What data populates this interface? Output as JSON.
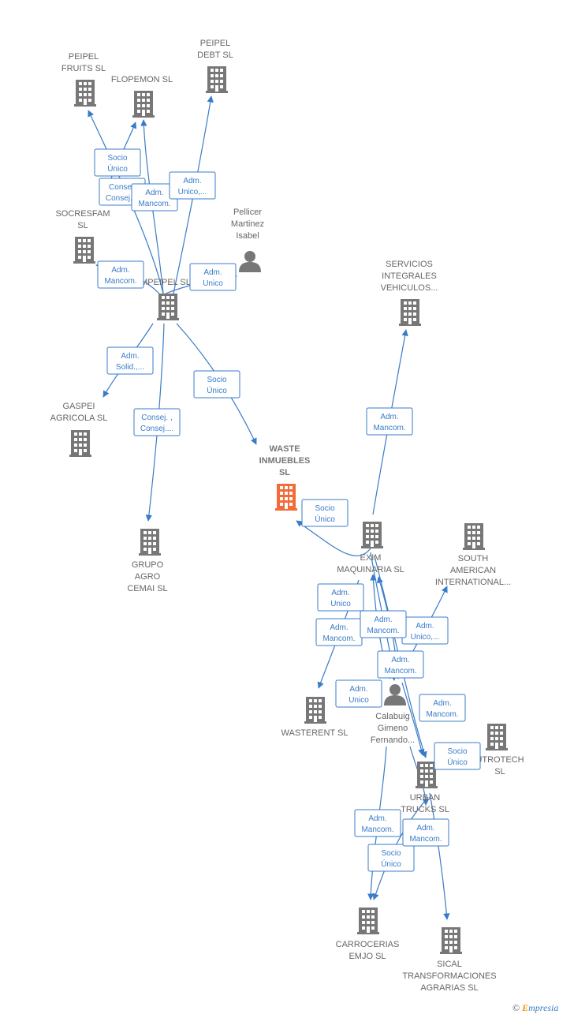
{
  "colors": {
    "edge": "#3a7bc8",
    "company_icon": "#777777",
    "main_company_icon": "#f26b38",
    "person_icon": "#777777",
    "label_text": "#666666",
    "edge_label_border": "#3a7bc8",
    "edge_label_bg": "#ffffff"
  },
  "nodes": [
    {
      "id": "peipel-fruits",
      "type": "company",
      "label_lines": [
        "PEIPEL",
        "FRUITS  SL"
      ]
    },
    {
      "id": "flopemon",
      "type": "company",
      "label_lines": [
        "FLOPEMON  SL"
      ]
    },
    {
      "id": "peipel-debt",
      "type": "company",
      "label_lines": [
        "PEIPEL",
        "DEBT  SL"
      ]
    },
    {
      "id": "socresfam",
      "type": "company",
      "label_lines": [
        "SOCRESFAM",
        "SL"
      ]
    },
    {
      "id": "pellicer",
      "type": "person",
      "label_lines": [
        "Pellicer",
        "Martinez",
        "Isabel"
      ]
    },
    {
      "id": "mpeipel",
      "type": "company",
      "label_lines": [
        "MPEIPEL SL"
      ]
    },
    {
      "id": "servicios",
      "type": "company",
      "label_lines": [
        "SERVICIOS",
        "INTEGRALES",
        "VEHICULOS..."
      ]
    },
    {
      "id": "gaspei",
      "type": "company",
      "label_lines": [
        "GASPEI",
        "AGRICOLA  SL"
      ]
    },
    {
      "id": "waste",
      "type": "main",
      "label_lines": [
        "WASTE",
        "INMUEBLES",
        "SL"
      ]
    },
    {
      "id": "grupo",
      "type": "company",
      "label_lines": [
        "GRUPO",
        "AGRO",
        "CEMAI  SL"
      ]
    },
    {
      "id": "exim",
      "type": "company",
      "label_lines": [
        "EXIM",
        "MAQUINARIA SL"
      ]
    },
    {
      "id": "south",
      "type": "company",
      "label_lines": [
        "SOUTH",
        "AMERICAN",
        "INTERNATIONAL..."
      ]
    },
    {
      "id": "wasterent",
      "type": "company",
      "label_lines": [
        "WASTERENT SL"
      ]
    },
    {
      "id": "calabuig",
      "type": "person",
      "label_lines": [
        "Calabuig",
        "Gimeno",
        "Fernando..."
      ]
    },
    {
      "id": "utrotech",
      "type": "company",
      "label_lines": [
        "UTROTECH",
        "SL"
      ]
    },
    {
      "id": "urban",
      "type": "company",
      "label_lines": [
        "URBAN",
        "TRUCKS  SL"
      ]
    },
    {
      "id": "carrocerias",
      "type": "company",
      "label_lines": [
        "CARROCERIAS",
        "EMJO SL"
      ]
    },
    {
      "id": "sical",
      "type": "company",
      "label_lines": [
        "SICAL",
        "TRANSFORMACIONES",
        "AGRARIAS  SL"
      ]
    }
  ],
  "edge_labels": [
    {
      "lines": [
        "Socio",
        "Único"
      ]
    },
    {
      "lines": [
        "Consej.",
        "Consej...."
      ]
    },
    {
      "lines": [
        "Adm.",
        "Mancom."
      ]
    },
    {
      "lines": [
        "Adm.",
        "Unico,..."
      ]
    },
    {
      "lines": [
        "Adm.",
        "Mancom."
      ]
    },
    {
      "lines": [
        "Adm.",
        "Unico"
      ]
    },
    {
      "lines": [
        "Adm.",
        "Solid.,..."
      ]
    },
    {
      "lines": [
        "Socio",
        "Único"
      ]
    },
    {
      "lines": [
        "Consej. ,",
        "Consej...."
      ]
    },
    {
      "lines": [
        "Adm.",
        "Mancom."
      ]
    },
    {
      "lines": [
        "Socio",
        "Único"
      ]
    },
    {
      "lines": [
        "Adm.",
        "Unico"
      ]
    },
    {
      "lines": [
        "Adm.",
        "Mancom."
      ]
    },
    {
      "lines": [
        "Adm.",
        "Unico,..."
      ]
    },
    {
      "lines": [
        "Adm.",
        "Mancom."
      ]
    },
    {
      "lines": [
        "Adm.",
        "Mancom."
      ]
    },
    {
      "lines": [
        "Adm.",
        "Unico"
      ]
    },
    {
      "lines": [
        "Adm.",
        "Mancom."
      ]
    },
    {
      "lines": [
        "Socio",
        "Único"
      ]
    },
    {
      "lines": [
        "Adm.",
        "Mancom."
      ]
    },
    {
      "lines": [
        "Adm.",
        "Mancom."
      ]
    },
    {
      "lines": [
        "Socio",
        "Único"
      ]
    }
  ],
  "footer": {
    "copyright_symbol": "©",
    "brand_initial": "E",
    "brand_rest": "mpresia"
  }
}
